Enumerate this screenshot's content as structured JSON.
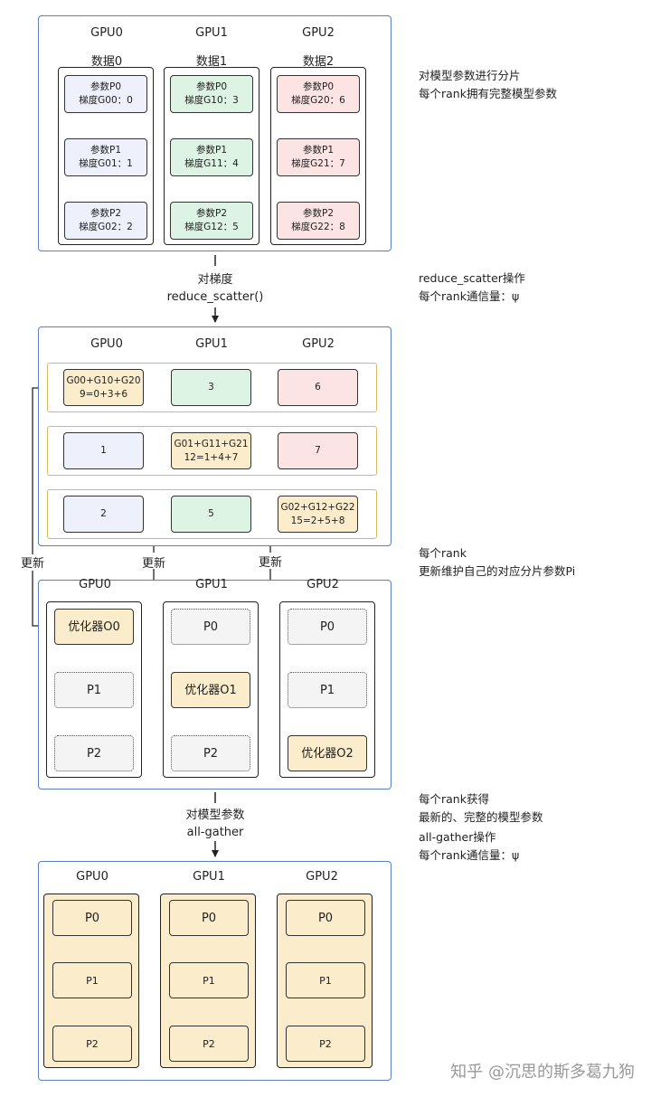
{
  "gpus": [
    "GPU0",
    "GPU1",
    "GPU2"
  ],
  "data_labels": [
    "数据0",
    "数据1",
    "数据2"
  ],
  "stage1": {
    "columns": [
      {
        "items": [
          {
            "name": "参数P0",
            "grad": "梯度G00：0"
          },
          {
            "name": "参数P1",
            "grad": "梯度G01：1"
          },
          {
            "name": "参数P2",
            "grad": "梯度G02：2"
          }
        ]
      },
      {
        "items": [
          {
            "name": "参数P0",
            "grad": "梯度G10：3"
          },
          {
            "name": "参数P1",
            "grad": "梯度G11：4"
          },
          {
            "name": "参数P2",
            "grad": "梯度G12：5"
          }
        ]
      },
      {
        "items": [
          {
            "name": "参数P0",
            "grad": "梯度G20：6"
          },
          {
            "name": "参数P1",
            "grad": "梯度G21：7"
          },
          {
            "name": "参数P2",
            "grad": "梯度G22：8"
          }
        ]
      }
    ]
  },
  "step1": {
    "line1": "对梯度",
    "line2": "reduce_scatter()"
  },
  "stage2": {
    "rows": [
      {
        "cells": [
          {
            "l1": "G00+G10+G20",
            "l2": "9=0+3+6"
          },
          {
            "l1": "3",
            "l2": ""
          },
          {
            "l1": "6",
            "l2": ""
          }
        ]
      },
      {
        "cells": [
          {
            "l1": "1",
            "l2": ""
          },
          {
            "l1": "G01+G11+G21",
            "l2": "12=1+4+7"
          },
          {
            "l1": "7",
            "l2": ""
          }
        ]
      },
      {
        "cells": [
          {
            "l1": "2",
            "l2": ""
          },
          {
            "l1": "5",
            "l2": ""
          },
          {
            "l1": "G02+G12+G22",
            "l2": "15=2+5+8"
          }
        ]
      }
    ]
  },
  "update_label": "更新",
  "stage3": {
    "columns": [
      {
        "items": [
          "优化器O0",
          "P1",
          "P2"
        ]
      },
      {
        "items": [
          "P0",
          "优化器O1",
          "P2"
        ]
      },
      {
        "items": [
          "P0",
          "P1",
          "优化器O2"
        ]
      }
    ]
  },
  "step2": {
    "line1": "对模型参数",
    "line2": "all-gather"
  },
  "stage4": {
    "columns": [
      {
        "items": [
          "P0",
          "P1",
          "P2"
        ]
      },
      {
        "items": [
          "P0",
          "P1",
          "P2"
        ]
      },
      {
        "items": [
          "P0",
          "P1",
          "P2"
        ]
      }
    ]
  },
  "notes": {
    "n1a": "对模型参数进行分片",
    "n1b": "每个rank拥有完整模型参数",
    "n2a": "reduce_scatter操作",
    "n2b": "每个rank通信量：ψ",
    "n3a": "每个rank",
    "n3b": "更新维护自己的对应分片参数Pi",
    "n4a": "每个rank获得",
    "n4b": "最新的、完整的模型参数",
    "n5a": "all-gather操作",
    "n5b": "每个rank通信量：ψ"
  },
  "watermark": "知乎 @沉思的斯多葛九狗"
}
